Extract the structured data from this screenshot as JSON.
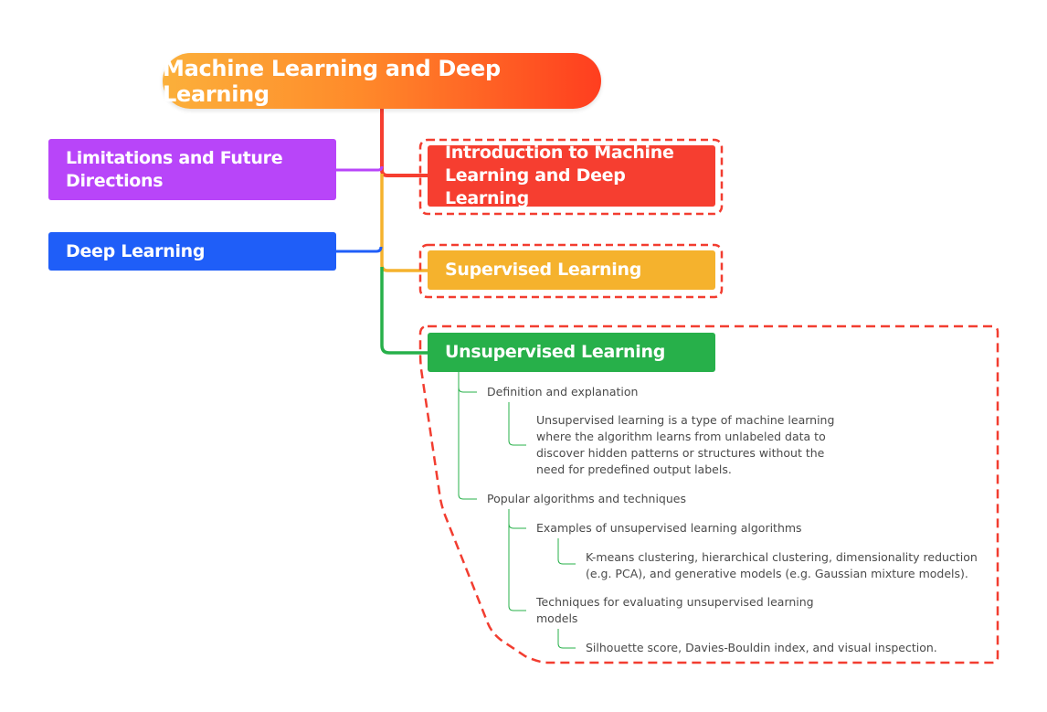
{
  "colors": {
    "limitations": "#b845f9",
    "deep_learning": "#1f5ef8",
    "introduction": "#f63e30",
    "supervised": "#f5b22d",
    "unsupervised": "#27b04a",
    "highlight_border": "#f23d30",
    "sub_text": "#4a4a4a"
  },
  "root": {
    "label": "Machine Learning and Deep Learning"
  },
  "left_topics": [
    {
      "label": "Limitations and Future Directions"
    },
    {
      "label": "Deep Learning"
    }
  ],
  "right_topics": [
    {
      "label": "Introduction to Machine Learning and Deep Learning"
    },
    {
      "label": "Supervised Learning"
    },
    {
      "label": "Unsupervised Learning",
      "children": [
        {
          "label": "Definition and explanation",
          "children": [
            {
              "label": "Unsupervised learning is a type of machine learning where the algorithm learns from unlabeled data to discover hidden patterns or structures without the need for predefined output labels."
            }
          ]
        },
        {
          "label": "Popular algorithms and techniques",
          "children": [
            {
              "label": "Examples of unsupervised learning algorithms",
              "children": [
                {
                  "label": "K-means clustering, hierarchical clustering, dimensionality reduction (e.g. PCA), and generative models (e.g. Gaussian mixture models)."
                }
              ]
            },
            {
              "label": "Techniques for evaluating unsupervised learning models",
              "children": [
                {
                  "label": "Silhouette score, Davies-Bouldin index, and visual inspection."
                }
              ]
            }
          ]
        }
      ]
    }
  ]
}
